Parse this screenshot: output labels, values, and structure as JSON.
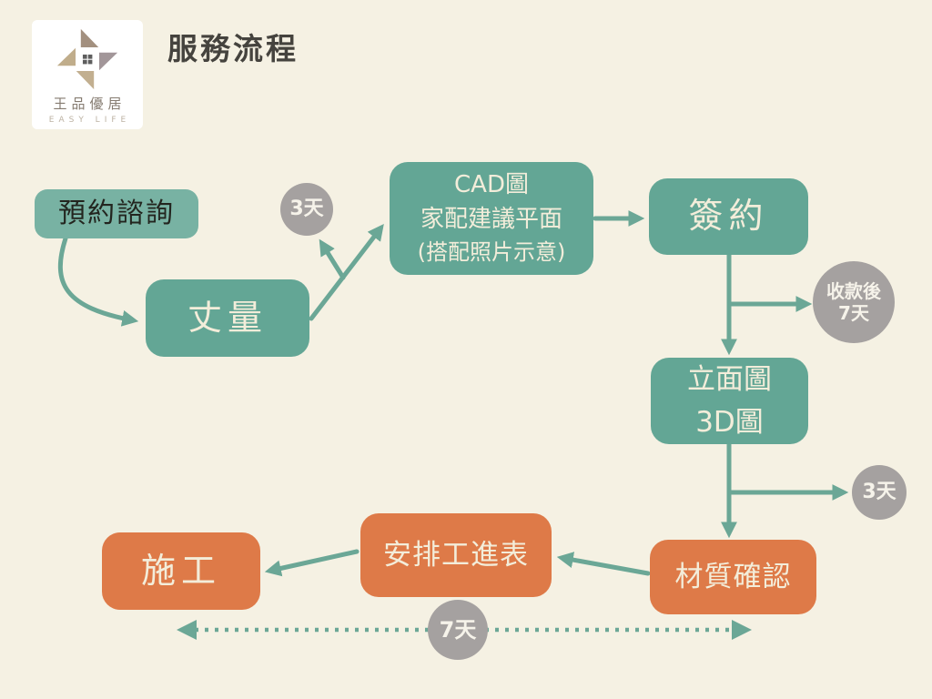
{
  "header": {
    "title": "服務流程"
  },
  "logo": {
    "name_zh": "王品優居",
    "name_en": "EASY LIFE"
  },
  "flow": {
    "nodes": {
      "consult": {
        "label": "預約諮詢"
      },
      "measure": {
        "label": "丈量"
      },
      "cad": {
        "line1": "CAD圖",
        "line2": "家配建議平面",
        "line3": "(搭配照片示意)"
      },
      "sign": {
        "label": "簽約"
      },
      "elevation": {
        "line1": "立面圖",
        "line2": "3D圖"
      },
      "material": {
        "label": "材質確認"
      },
      "schedule": {
        "label": "安排工進表"
      },
      "construction": {
        "label": "施工"
      }
    },
    "badges": {
      "days3_top": {
        "label": "3天"
      },
      "payment_wait": {
        "line1": "收款後",
        "line2": "7天"
      },
      "days3_right": {
        "label": "3天"
      },
      "days7_bottom": {
        "label": "7天"
      }
    },
    "colors": {
      "background": "#F5F1E3",
      "teal_box": "#63A695",
      "consult_box": "#78B2A3",
      "orange_box": "#DE7A48",
      "gray_badge": "#A5A1A0",
      "arrow": "#6BA796",
      "box_text": "#F3EDDA",
      "consult_text": "#23251F",
      "title_text": "#45433E"
    }
  }
}
